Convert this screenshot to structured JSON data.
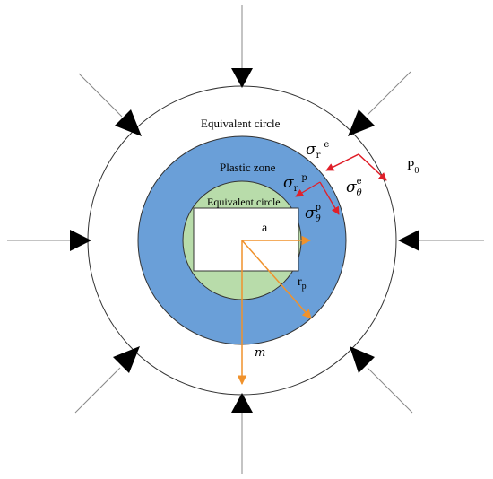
{
  "labels": {
    "outer_circle": "Equivalent circle",
    "plastic_zone": "Plastic zone",
    "inner_circle": "Equivalent circle",
    "radius_a": "a",
    "radius_rp": "r",
    "radius_rp_sub": "p",
    "radius_m": "m",
    "pressure": "P",
    "pressure_sub": "0",
    "sigma": "σ",
    "theta": "θ",
    "elastic_sup": "e",
    "plastic_sup": "p",
    "radial_sub": "r"
  },
  "colors": {
    "plastic_zone_fill": "#6a9fd8",
    "inner_circle_fill": "#b8dcaa",
    "radius_arrow": "#f0922c",
    "stress_arrow": "#e0202a",
    "load_line": "#888888",
    "load_head": "#000000"
  }
}
